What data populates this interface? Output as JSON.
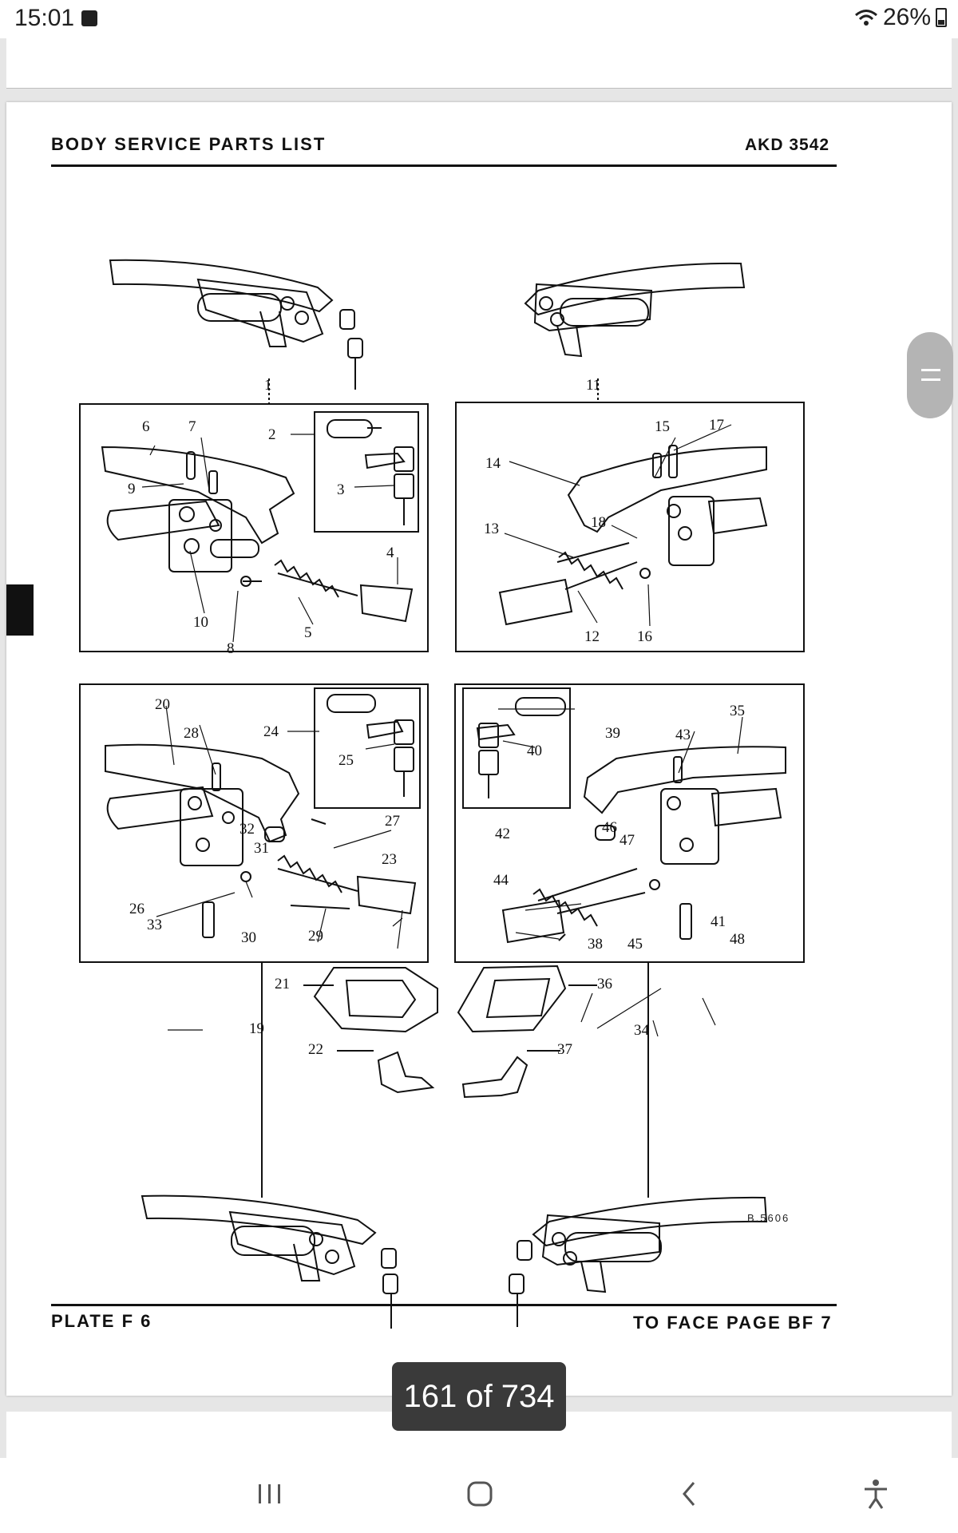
{
  "status_bar": {
    "time": "15:01",
    "battery": "26%",
    "icons": [
      "gallery-icon",
      "wifi-icon",
      "battery-charging-icon"
    ]
  },
  "document": {
    "header_title": "BODY SERVICE PARTS LIST",
    "header_code": "AKD 3542",
    "footer_plate": "PLATE F 6",
    "footer_page": "TO FACE PAGE BF 7",
    "figure_ref": "B.5606",
    "callouts": {
      "c1": "1",
      "c2": "2",
      "c3": "3",
      "c4": "4",
      "c5": "5",
      "c6": "6",
      "c7": "7",
      "c8": "8",
      "c9": "9",
      "c10": "10",
      "c11": "11",
      "c12": "12",
      "c13": "13",
      "c14": "14",
      "c15": "15",
      "c16": "16",
      "c17": "17",
      "c18": "18",
      "c19": "19",
      "c20": "20",
      "c21": "21",
      "c22": "22",
      "c23": "23",
      "c24": "24",
      "c25": "25",
      "c26": "26",
      "c27": "27",
      "c28": "28",
      "c29": "29",
      "c30": "30",
      "c31": "31",
      "c32": "32",
      "c33": "33",
      "c34": "34",
      "c35": "35",
      "c36": "36",
      "c37": "37",
      "c38": "38",
      "c39": "39",
      "c40": "40",
      "c41": "41",
      "c42": "42",
      "c43": "43",
      "c44": "44",
      "c45": "45",
      "c46": "46",
      "c47": "47",
      "c48": "48"
    }
  },
  "viewer": {
    "page_indicator": "161 of 734"
  },
  "nav_bar": {
    "buttons": [
      "recent-apps",
      "home",
      "back",
      "accessibility"
    ]
  }
}
